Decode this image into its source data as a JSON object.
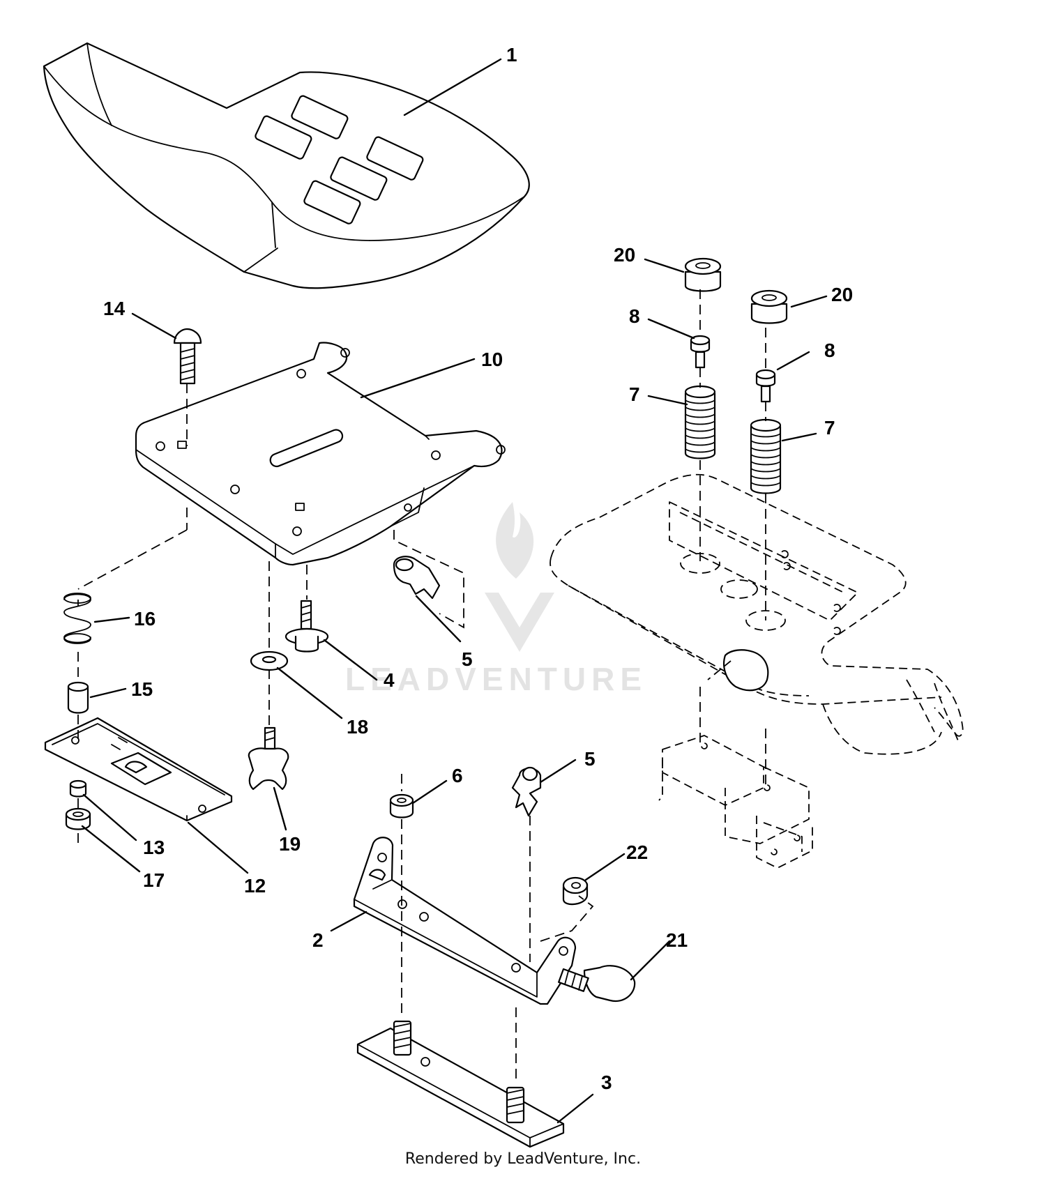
{
  "watermark": "LEADVENTURE",
  "footer": "Rendered by LeadVenture, Inc.",
  "callouts": [
    {
      "id": "c1",
      "label": "1"
    },
    {
      "id": "c2",
      "label": "2"
    },
    {
      "id": "c3",
      "label": "3"
    },
    {
      "id": "c4",
      "label": "4"
    },
    {
      "id": "c5a",
      "label": "5"
    },
    {
      "id": "c5b",
      "label": "5"
    },
    {
      "id": "c6",
      "label": "6"
    },
    {
      "id": "c7a",
      "label": "7"
    },
    {
      "id": "c7b",
      "label": "7"
    },
    {
      "id": "c8a",
      "label": "8"
    },
    {
      "id": "c8b",
      "label": "8"
    },
    {
      "id": "c10",
      "label": "10"
    },
    {
      "id": "c12",
      "label": "12"
    },
    {
      "id": "c13",
      "label": "13"
    },
    {
      "id": "c14",
      "label": "14"
    },
    {
      "id": "c15",
      "label": "15"
    },
    {
      "id": "c16",
      "label": "16"
    },
    {
      "id": "c17",
      "label": "17"
    },
    {
      "id": "c18",
      "label": "18"
    },
    {
      "id": "c19",
      "label": "19"
    },
    {
      "id": "c20a",
      "label": "20"
    },
    {
      "id": "c20b",
      "label": "20"
    },
    {
      "id": "c21",
      "label": "21"
    },
    {
      "id": "c22",
      "label": "22"
    }
  ]
}
